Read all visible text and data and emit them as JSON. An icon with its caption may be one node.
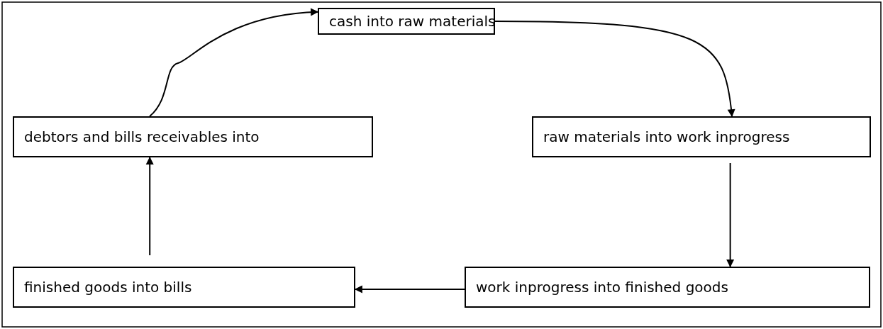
{
  "diagram": {
    "nodes": [
      {
        "text": [
          "cash into raw materials"
        ]
      },
      {
        "text": [
          "raw materials into work inprogress"
        ]
      },
      {
        "text": [
          "work inprogress into finished goods"
        ]
      },
      {
        "text": [
          "finished goods into bills"
        ]
      },
      {
        "text": [
          "debtors and bills receivables into"
        ]
      }
    ],
    "edges": [
      {
        "from": 0,
        "to": 1,
        "arrow": "to"
      },
      {
        "from": 1,
        "to": 2,
        "arrow": "to"
      },
      {
        "from": 2,
        "to": 3,
        "arrow": "to"
      },
      {
        "from": 3,
        "to": 4,
        "arrow": "to"
      },
      {
        "from": 4,
        "to": 0,
        "arrow": "to"
      }
    ]
  }
}
